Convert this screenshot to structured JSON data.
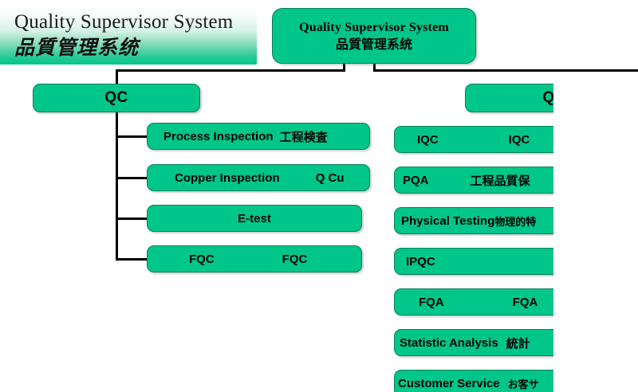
{
  "banner": {
    "line_en": "Quality Supervisor System",
    "line_cn": "品質管理系统"
  },
  "root": {
    "line_en": "Quality Supervisor System",
    "line_cn": "品質管理系统"
  },
  "branches": {
    "left": {
      "heading": "QC",
      "items": [
        {
          "en": "Process Inspection",
          "cn": "工程検査"
        },
        {
          "en": "Copper Inspection",
          "cn": "Q Cu"
        },
        {
          "en": "E-test",
          "cn": ""
        },
        {
          "en": "FQC",
          "cn": "FQC"
        }
      ]
    },
    "right": {
      "heading": "Q",
      "items": [
        {
          "en": "IQC",
          "cn": "IQC"
        },
        {
          "en": "PQA",
          "cn": "工程品質保"
        },
        {
          "en": "Physical Testing",
          "cn": "物理的特"
        },
        {
          "en": "IPQC",
          "cn": ""
        },
        {
          "en": "FQA",
          "cn": "FQA"
        },
        {
          "en": "Statistic Analysis",
          "cn": "統計"
        },
        {
          "en": "Customer Service",
          "cn": "お客サ"
        }
      ]
    }
  },
  "colors": {
    "node_fill": "#00c68a",
    "node_border": "#0b7f5c",
    "connector": "#000000",
    "banner_end": "#00c68a",
    "text": "#000000"
  }
}
